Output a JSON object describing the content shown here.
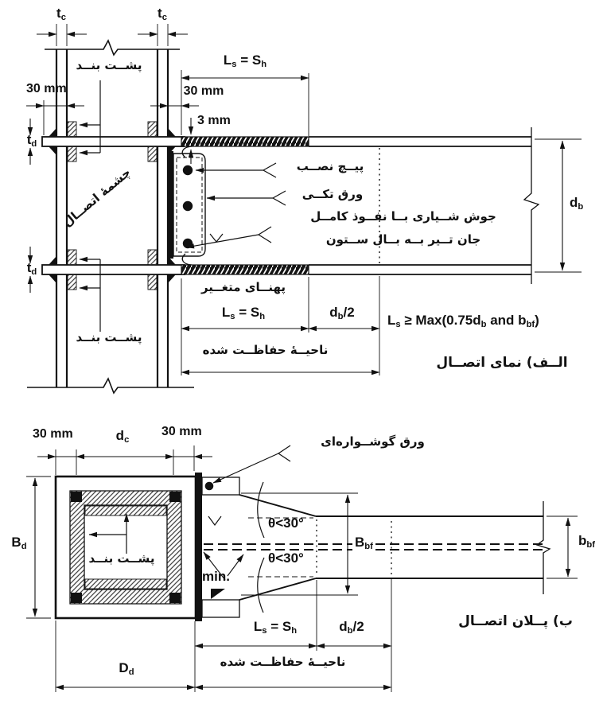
{
  "titles": {
    "elevation": "الــف) نمای اتصــال",
    "plan": "ب) پــلان اتصــال"
  },
  "dims": {
    "tc": {
      "base": "t",
      "sub": "c"
    },
    "td": {
      "base": "t",
      "sub": "d"
    },
    "mm30": "30 mm",
    "mm3": "3 mm",
    "ls": {
      "b1": "L",
      "s1": "s",
      "eq": " = ",
      "b2": "S",
      "s2": "h"
    },
    "db": {
      "base": "d",
      "sub": "b"
    },
    "db_half": {
      "base": "d",
      "sub": "b",
      "rest": "/2"
    },
    "dc": {
      "base": "d",
      "sub": "c"
    },
    "Bd": {
      "base": "B",
      "sub": "d"
    },
    "Dd": {
      "base": "D",
      "sub": "d"
    },
    "Bbf": {
      "base": "B",
      "sub": "bf"
    },
    "bbf": {
      "base": "b",
      "sub": "bf"
    },
    "theta": "θ<30°",
    "min": "min.",
    "formula": {
      "p1": "L",
      "p1s": "s",
      "p2": " ≥ Max(0.75",
      "p3": "d",
      "p3s": "b",
      "p4": " and ",
      "p5": "b",
      "p5s": "bf",
      "p6": ")"
    }
  },
  "labels": {
    "posht_band": "پشــت بنــد",
    "cheshmeh_ettesal": "چشمهٔ اتصــال",
    "pich_nasb": "پیــچ نصــب",
    "varagh_taki": "ورق تکــی",
    "weld_note_line1": "جوش شــیاری بــا نفــوذ کامــل",
    "weld_note_line2": "جان تــیر بــه بــال ســتون",
    "pahnaye_motaghayyer": "پهنــای متغــیر",
    "nahiye_hefazat": "ناحیــهٔ حفاظــت شده",
    "varagh_gushvarei": "ورق گوشــواره‌ای"
  }
}
